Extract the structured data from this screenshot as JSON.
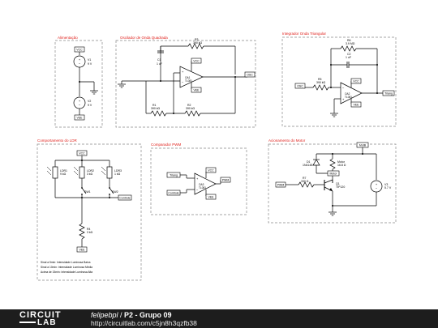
{
  "colors": {
    "section_title": "#e0211c",
    "wire": "#000000",
    "box": "#777777",
    "footer_bg": "#1d1d1d"
  },
  "sections": {
    "alimentacao": {
      "title": "Alimentação",
      "v1": {
        "name": "V1",
        "value": "9 V",
        "net": "VCC"
      },
      "v2": {
        "name": "V2",
        "value": "9 V",
        "net": "VEE"
      }
    },
    "oscilador": {
      "title": "Oscilador de Onda Quadrada",
      "c1": {
        "name": "C1",
        "value": "1 uF"
      },
      "r3": {
        "name": "R3",
        "value": "390 kΩ"
      },
      "r1": {
        "name": "R1",
        "value": "390 kΩ"
      },
      "r2": {
        "name": "R2",
        "value": "390 kΩ"
      },
      "oa1": {
        "name": "OA1",
        "part": "TL081"
      },
      "nets": {
        "vcc": "VCC",
        "vee": "VEE",
        "out": "OSC"
      }
    },
    "integrador": {
      "title": "Integrador Onda Triangular",
      "r6": {
        "name": "R6",
        "value": "3.9 MΩ"
      },
      "c2": {
        "name": "C2",
        "value": "1 uF"
      },
      "r5": {
        "name": "R5",
        "value": "390 kΩ"
      },
      "oa2": {
        "name": "OA2",
        "part": "TL081"
      },
      "nets": {
        "in": "OSC",
        "vcc": "VCC",
        "vee": "VEE",
        "out": "Triang"
      }
    },
    "ldr": {
      "title": "Comportamento do LDR",
      "ldr1": {
        "name": "LDR1",
        "value": "9 kΩ"
      },
      "ldr2": {
        "name": "LDR2",
        "value": "3 kΩ"
      },
      "ldr3": {
        "name": "LDR3",
        "value": "1 kΩ"
      },
      "sw1": "SW1",
      "sw2": "SW2",
      "r4": {
        "name": "R4",
        "value": "3 kΩ"
      },
      "nets": {
        "vcc": "VCC",
        "out": "Controle",
        "vee": "VEE"
      },
      "notes": [
        "Sinal a 5min: Intensidade Luminosa Baixa",
        "Sinal a 10min: Intensidade Luminosa Média",
        "Acima de 15min: Intensidade Luminosa Alta"
      ]
    },
    "comparador": {
      "title": "Comparador PWM",
      "oa3": {
        "name": "OA3",
        "part": "TL081"
      },
      "nets": {
        "in_pos": "Triang",
        "in_neg": "Controle",
        "vcc": "VCC",
        "vee": "VEE",
        "out": "PWM"
      }
    },
    "motor": {
      "title": "Acionamento do Motor",
      "d1": {
        "name": "D1",
        "part": "1N4148"
      },
      "motor": {
        "name": "Motor",
        "value": "16.8 Ω"
      },
      "r7": {
        "name": "R7",
        "value": "330 Ω"
      },
      "q1": {
        "name": "Q1",
        "part": "TIP120"
      },
      "v3": {
        "name": "V3",
        "value": "5.7 V"
      },
      "nets": {
        "motorb": "MotB",
        "pwm": "PWM",
        "motor": "Motor"
      }
    }
  },
  "footer": {
    "logo_top": "CIRCUIT",
    "logo_bottom": "LAB",
    "author": "felipebpl",
    "separator": " / ",
    "project": "P2 - Grupo 09",
    "url": "http://circuitlab.com/c5jn8h3qzfb38"
  }
}
